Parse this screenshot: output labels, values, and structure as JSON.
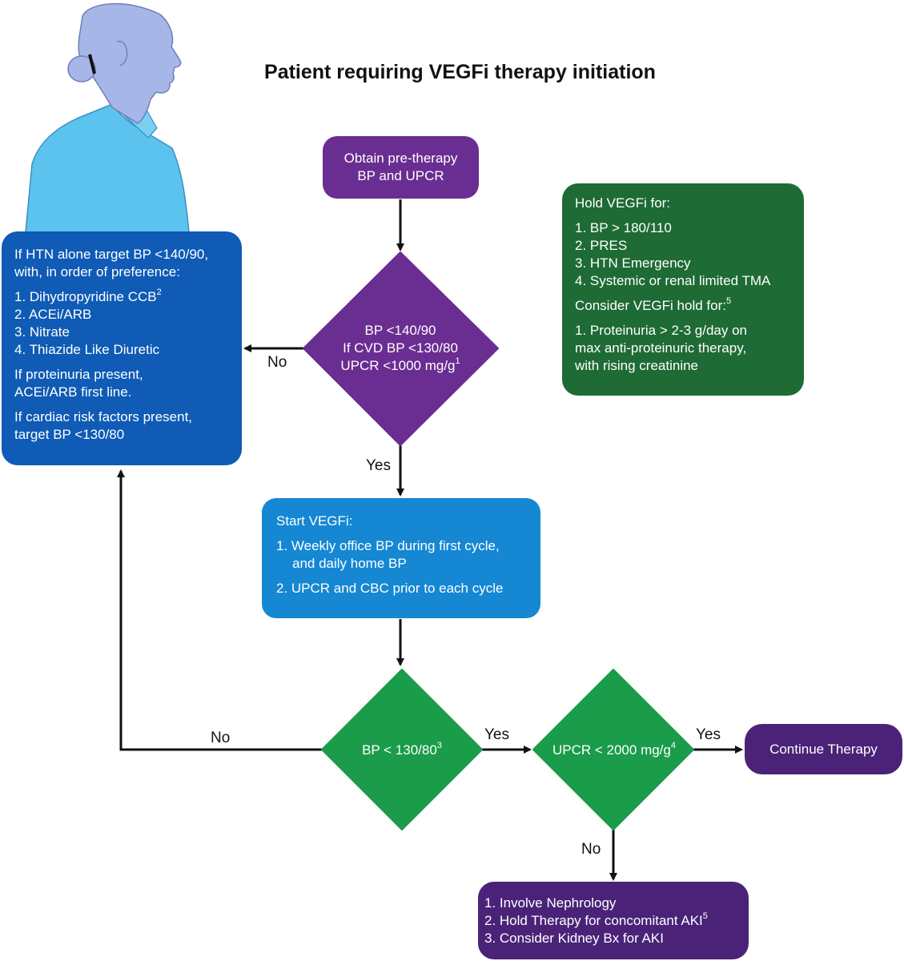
{
  "title": "Patient requiring VEGFi therapy initiation",
  "colors": {
    "purple": "#6a2d91",
    "dark_purple": "#4a2378",
    "dark_green": "#1e6b35",
    "green": "#1a9c4a",
    "blue": "#0f5bb5",
    "light_blue": "#1587d3",
    "figure_skin": "#a7b6e8",
    "figure_shirt": "#5cc3ef"
  },
  "figure_icon": "patient-profile-silhouette",
  "nodes": {
    "obtain": {
      "line1": "Obtain pre-therapy",
      "line2": "BP and UPCR"
    },
    "decision1": {
      "line1": "BP <140/90",
      "line2": "If CVD BP <130/80",
      "line3": "UPCR <1000 mg/g",
      "line3_sup": "1"
    },
    "hold": {
      "heading": "Hold VEGFi for:",
      "items": [
        "1. BP > 180/110",
        "2. PRES",
        "3. HTN Emergency",
        "4. Systemic or renal limited TMA"
      ],
      "consider_heading": "Consider VEGFi hold for:",
      "consider_sup": "5",
      "consider_item_line1": "1. Proteinuria > 2-3 g/day on",
      "consider_item_line2": "max anti-proteinuric therapy,",
      "consider_item_line3": "with rising creatinine"
    },
    "htn": {
      "intro_line1": "If HTN alone target BP <140/90,",
      "intro_line2": "with, in order of preference:",
      "item1": "1. Dihydropyridine CCB",
      "item1_sup": "2",
      "item2": "2. ACEi/ARB",
      "item3": "3. Nitrate",
      "item4": "4. Thiazide Like Diuretic",
      "prot_line1": "If proteinuria present,",
      "prot_line2": "ACEi/ARB first line.",
      "cardiac_line1": "If cardiac risk factors present,",
      "cardiac_line2": "target BP <130/80"
    },
    "start": {
      "heading": "Start VEGFi:",
      "item1_line1": "1. Weekly office BP during first cycle,",
      "item1_line2": "and daily home BP",
      "item2": "2. UPCR and CBC prior to each cycle"
    },
    "decision2": {
      "text": "BP < 130/80",
      "sup": "3"
    },
    "decision3": {
      "text": "UPCR < 2000 mg/g",
      "sup": "4"
    },
    "continue": {
      "text": "Continue Therapy"
    },
    "nephrology": {
      "item1": "1. Involve Nephrology",
      "item2": "2. Hold Therapy for concomitant AKI",
      "item2_sup": "5",
      "item3": "3. Consider Kidney Bx for AKI"
    }
  },
  "edge_labels": {
    "d1_no": "No",
    "d1_yes": "Yes",
    "d2_no": "No",
    "d2_yes": "Yes",
    "d3_yes": "Yes",
    "d3_no": "No"
  }
}
